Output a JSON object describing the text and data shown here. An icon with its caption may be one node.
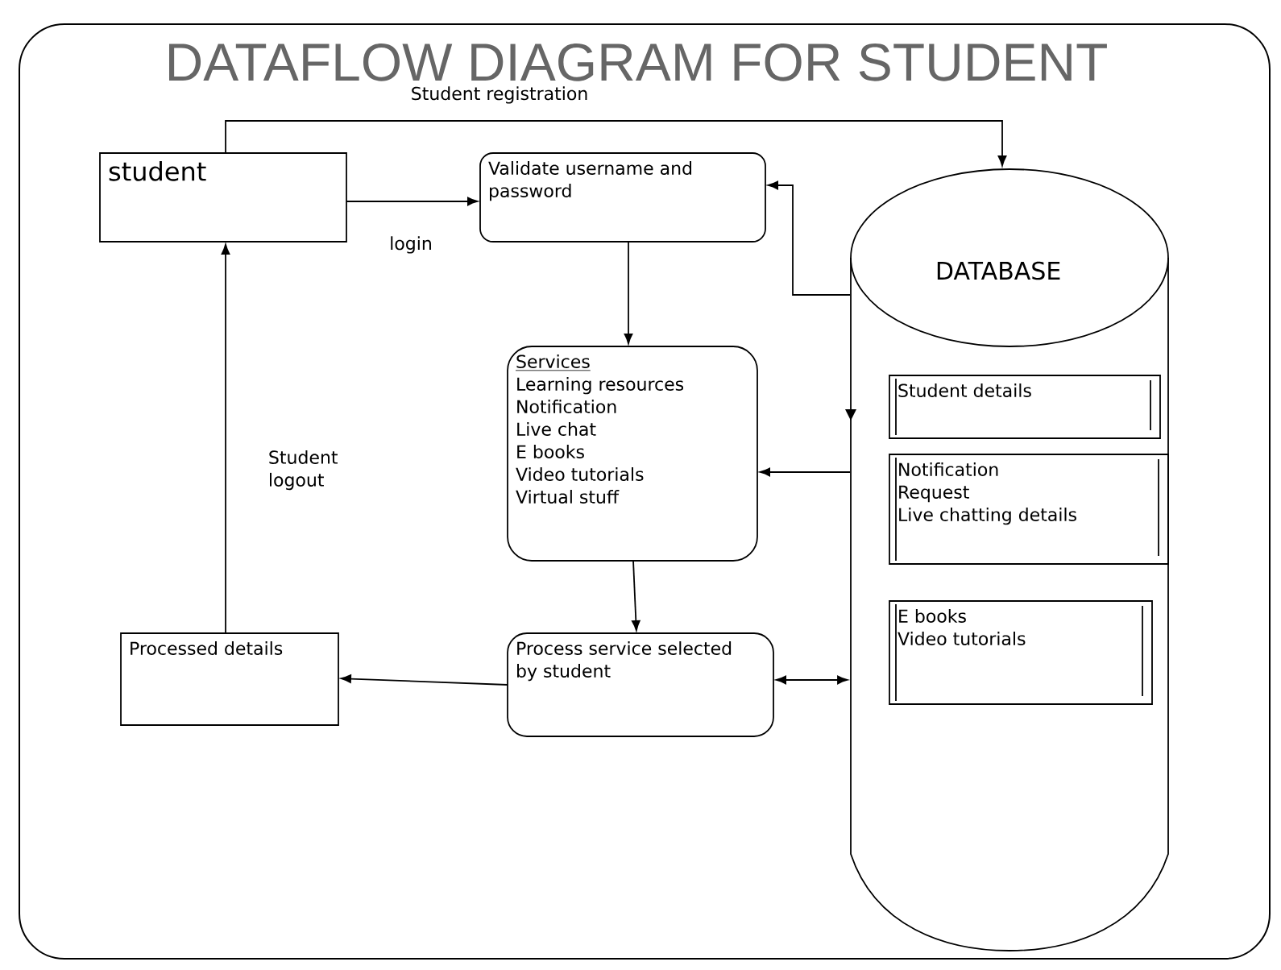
{
  "diagram": {
    "title": "DATAFLOW DIAGRAM FOR STUDENT",
    "nodes": [
      {
        "text": [
          "student"
        ]
      },
      {
        "text": [
          "Validate username and password"
        ]
      },
      {
        "text": [
          "DATABASE"
        ]
      },
      {
        "text": [
          "Student details"
        ],
        "in": 2
      },
      {
        "text": [
          "Notification",
          "Request",
          "Live chatting details"
        ],
        "in": 2
      },
      {
        "text": [
          "E books",
          "Video tutorials"
        ],
        "in": 2
      },
      {
        "text": [
          "Services",
          "Learning resources",
          "Notification",
          "Live chat",
          "E books",
          "Video tutorials",
          "Virtual stuff"
        ]
      },
      {
        "text": [
          "Process service selected by student"
        ]
      },
      {
        "text": [
          "Processed details"
        ]
      }
    ],
    "edges": [
      {
        "from": 0,
        "to": 2,
        "arrow": "to",
        "label": "Student registration"
      },
      {
        "from": 0,
        "to": 1,
        "arrow": "to",
        "label": "login"
      },
      {
        "from": 2,
        "to": 1,
        "arrow": "to"
      },
      {
        "from": 1,
        "to": 6,
        "arrow": "to"
      },
      {
        "from": 2,
        "to": 6,
        "arrow": "to"
      },
      {
        "from": 6,
        "to": 7,
        "arrow": "to"
      },
      {
        "from": 7,
        "to": 2,
        "arrow": "both"
      },
      {
        "from": 7,
        "to": 8,
        "arrow": "to"
      },
      {
        "from": 8,
        "to": 0,
        "arrow": "to",
        "label": "Student logout"
      }
    ]
  }
}
